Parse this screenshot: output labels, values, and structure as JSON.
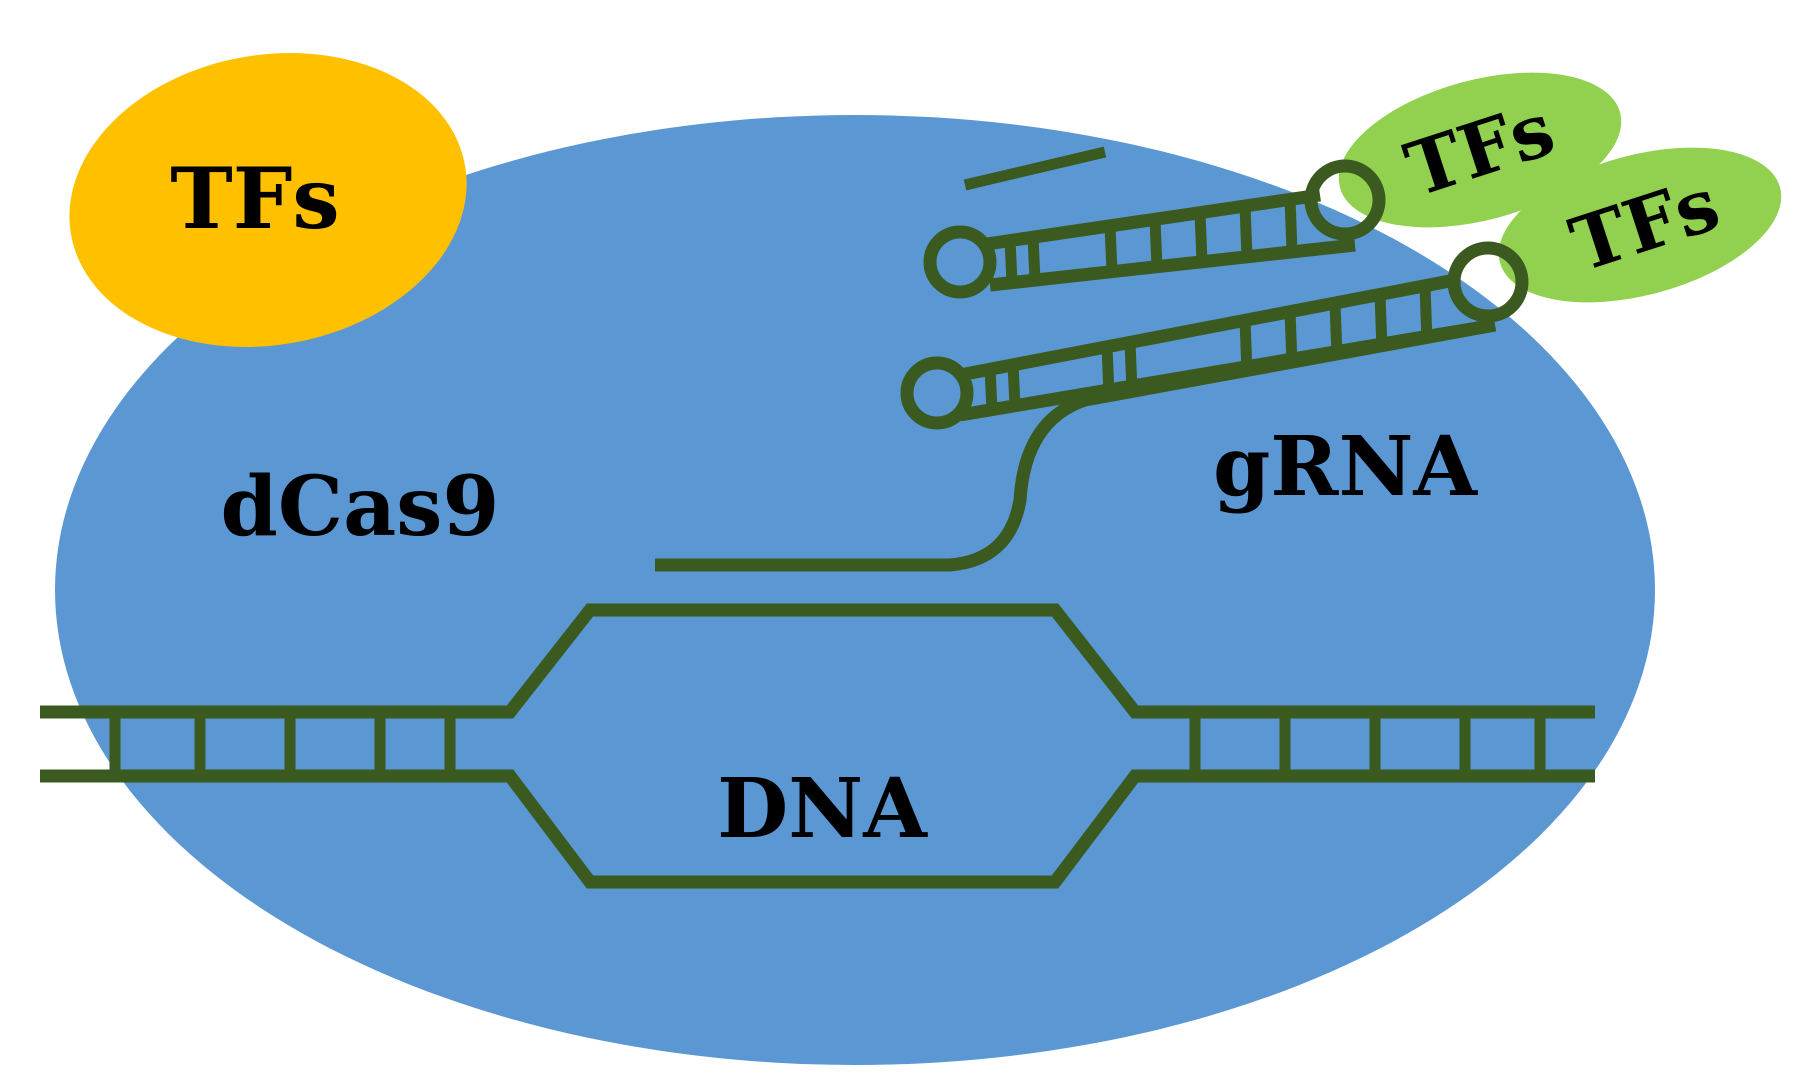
{
  "labels": {
    "tfs_orange": "TFs",
    "tfs_green_1": "TFs",
    "tfs_green_2": "TFs",
    "dcas9": "dCas9",
    "grna": "gRNA",
    "dna": "DNA"
  },
  "colors": {
    "dcas9_fill": "#5b97d3",
    "tfs_orange_fill": "#ffc000",
    "tfs_green_fill": "#92d050",
    "strand": "#3a5a1f",
    "label_text": "#000000",
    "background": "#ffffff"
  }
}
